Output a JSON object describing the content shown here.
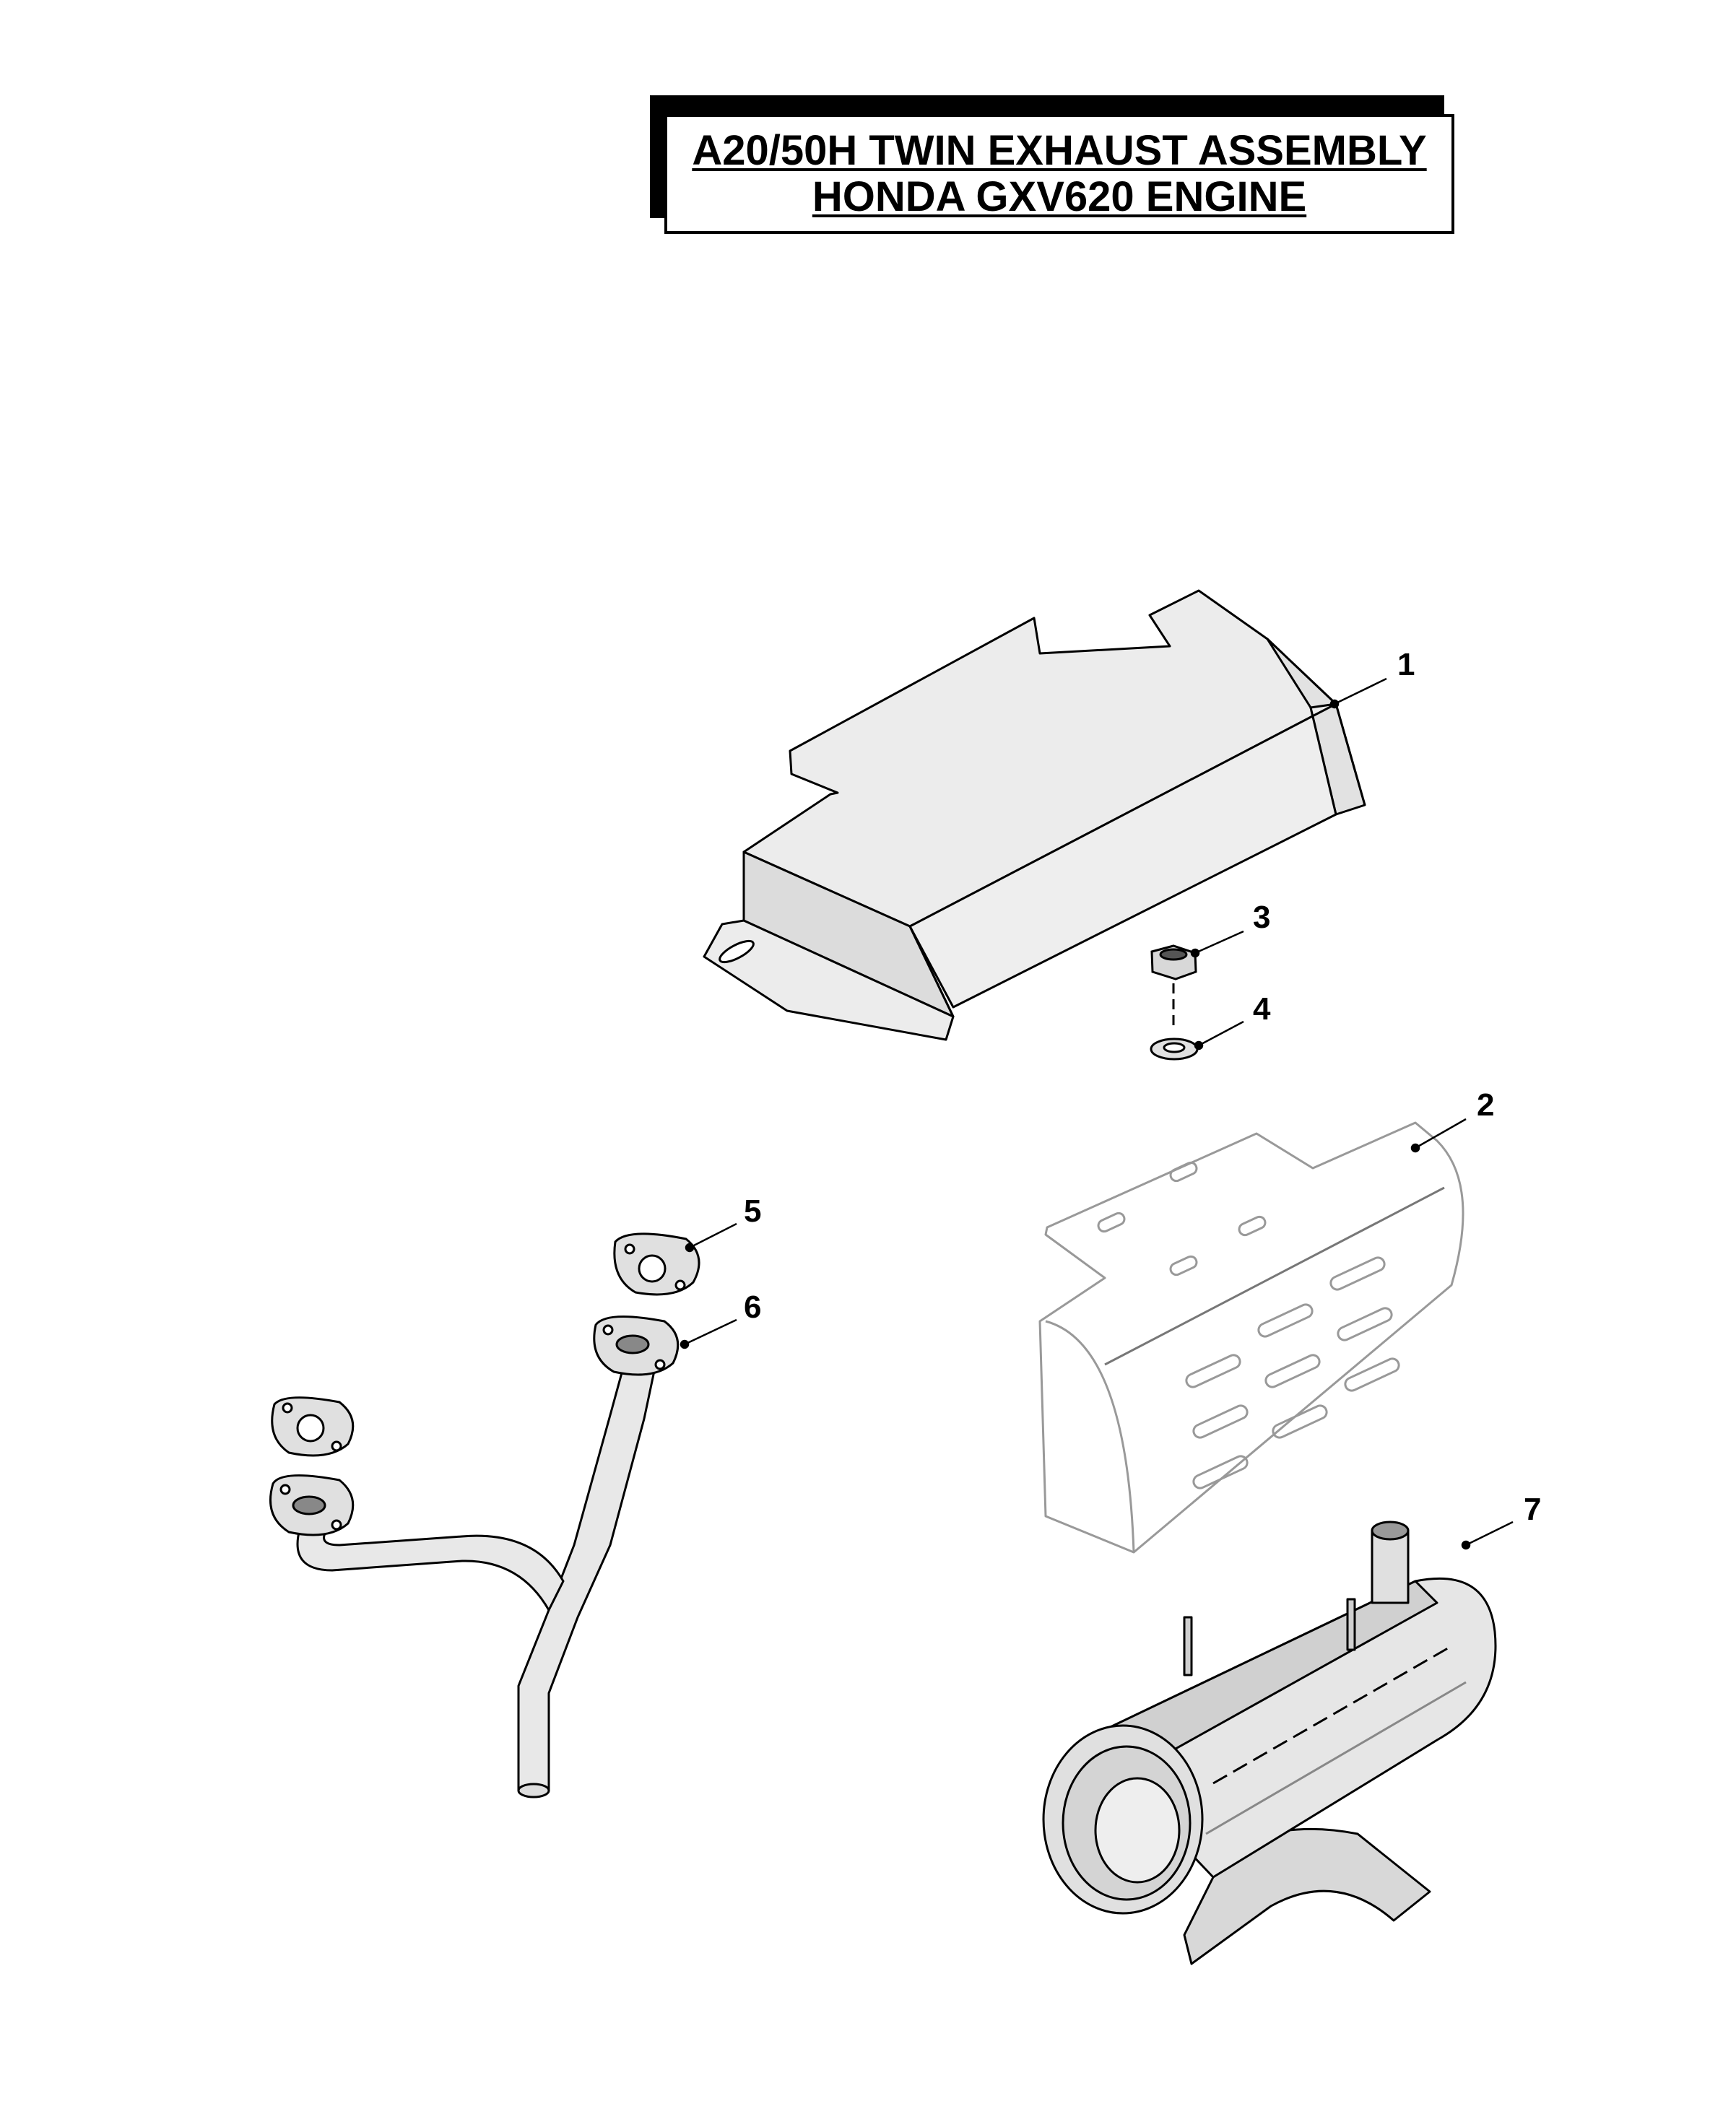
{
  "title": {
    "line1": "A20/50H TWIN EXHAUST ASSEMBLY",
    "line2": "HONDA GXV620 ENGINE"
  },
  "callouts": [
    {
      "id": "1",
      "label": "1",
      "part": "upper-heat-shield"
    },
    {
      "id": "2",
      "label": "2",
      "part": "muffler-heat-shield"
    },
    {
      "id": "3",
      "label": "3",
      "part": "nut"
    },
    {
      "id": "4",
      "label": "4",
      "part": "washer"
    },
    {
      "id": "5",
      "label": "5",
      "part": "gasket"
    },
    {
      "id": "6",
      "label": "6",
      "part": "exhaust-pipe"
    },
    {
      "id": "7",
      "label": "7",
      "part": "muffler"
    }
  ],
  "colors": {
    "line": "#000000",
    "part_fill": "#e8e8e8",
    "shield_line": "#aaaaaa",
    "background": "#ffffff"
  }
}
